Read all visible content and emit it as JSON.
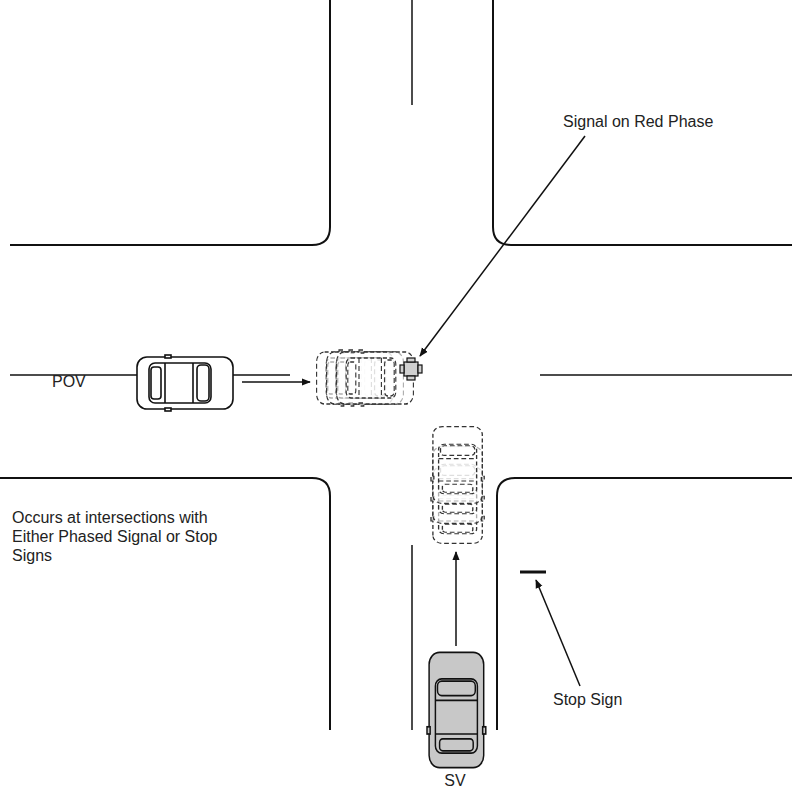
{
  "diagram": {
    "labels": [
      "Signal on Red Phase",
      "POV",
      "Occurs at intersections with Either Phased Signal or Stop Signs",
      "Stop Sign",
      "SV"
    ]
  }
}
